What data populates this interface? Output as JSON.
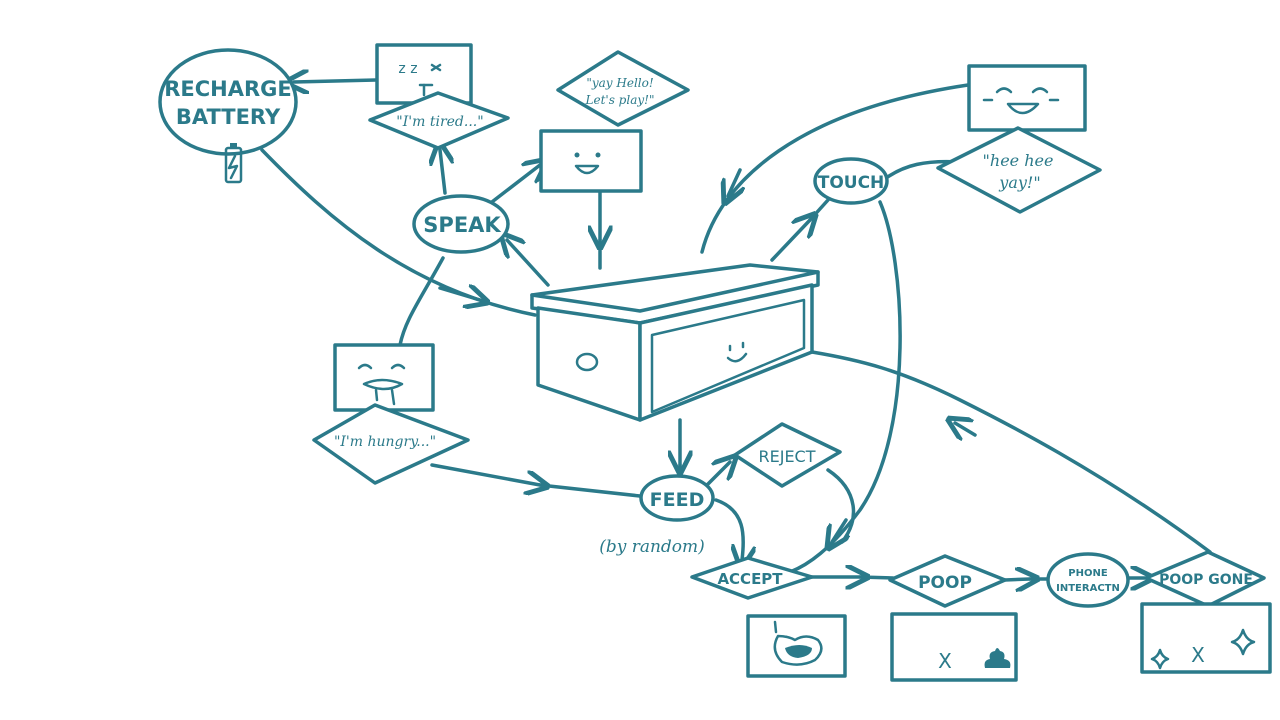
{
  "colors": {
    "ink": "#2b7a8a",
    "background": "#ffffff"
  },
  "nodes": {
    "recharge_line1": "RECHARGE",
    "recharge_line2": "BATTERY",
    "speak": "SPEAK",
    "touch": "TOUCH",
    "feed": "FEED",
    "reject": "REJECT",
    "accept": "ACCEPT",
    "poop": "POOP",
    "phone_line1": "PHONE",
    "phone_line2": "INTERACTN",
    "poop_gone": "POOP GONE"
  },
  "speech": {
    "tired": "\"I'm tired...\"",
    "hello_line1": "\"yay Hello!",
    "hello_line2": "Let's play!\"",
    "heehee_line1": "\"hee hee",
    "heehee_line2": "yay!\"",
    "hungry": "\"I'm hungry...\""
  },
  "annotations": {
    "by_random": "(by random)"
  },
  "screens": {
    "sleepy": {
      "icon": "sleepy-face-icon",
      "text": "z z"
    },
    "smile": {
      "icon": "smile-face-icon"
    },
    "laugh": {
      "icon": "laughing-face-icon"
    },
    "hungry": {
      "icon": "drooling-face-icon"
    },
    "stomach": {
      "icon": "stomach-icon"
    },
    "poop": {
      "icon": "poop-icon",
      "text": "X"
    },
    "clean": {
      "icon": "sparkle-icon",
      "text": "X"
    }
  }
}
